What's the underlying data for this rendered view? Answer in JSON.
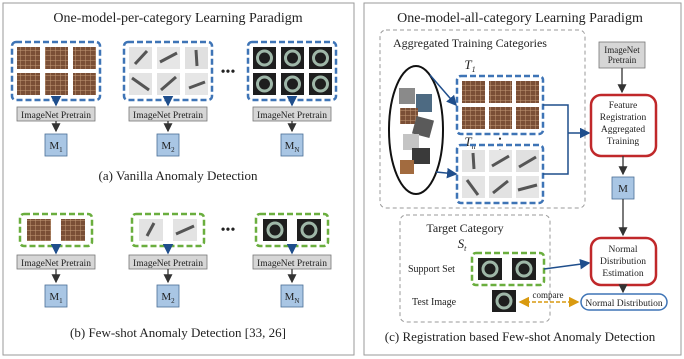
{
  "left_panel": {
    "title": "One-model-per-category Learning Paradigm",
    "pretrain_label": "ImageNet Pretrain",
    "model_labels": [
      {
        "base": "M",
        "sub": "1"
      },
      {
        "base": "M",
        "sub": "2"
      },
      {
        "base": "M",
        "sub": "N"
      }
    ],
    "ellipsis": "•••",
    "caption_a": "(a) Vanilla Anomaly Detection",
    "caption_b": "(b) Few-shot Anomaly Detection [33, 26]"
  },
  "right_panel": {
    "title": "One-model-all-category Learning Paradigm",
    "aggregated_title": "Aggregated Training Categories",
    "t1": {
      "base": "T",
      "sub": "1"
    },
    "tn": {
      "base": "T",
      "sub": "n"
    },
    "vertical_ellipsis": "•\n•\n•",
    "imagenet_box": "ImageNet\nPretrain",
    "feature_box": "Feature\nRegistration\nAggregated\nTraining",
    "model_m": "M",
    "target_title": "Target Category",
    "st": {
      "base": "S",
      "sub": "t"
    },
    "support_set": "Support Set",
    "test_image": "Test Image",
    "compare": "compare",
    "normal_dist_est": "Normal\nDistribution\nEstimation",
    "normal_dist": "Normal Distribution",
    "caption_c": "(c) Registration based Few-shot Anomaly Detection"
  },
  "colors": {
    "blue_dashed": "#3e74b6",
    "green_dashed": "#6aae3e",
    "model_fill": "#a9c6e4",
    "pretrain_fill": "#d6d6d6",
    "red_box": "#c0282a",
    "panel_border": "#9a9a9a",
    "arrow": "#1f4e8c",
    "compare_arrow": "#d99a10"
  }
}
